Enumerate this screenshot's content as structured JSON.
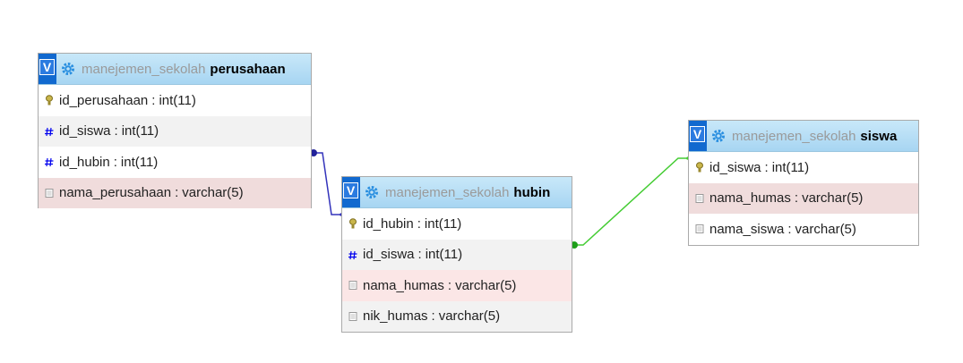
{
  "tables": [
    {
      "db": "manejemen_sekolah",
      "name": "perusahaan",
      "toggle_label": "V",
      "columns": [
        {
          "name": "id_perusahaan",
          "type": "int(11)",
          "icon": "key-icon"
        },
        {
          "name": "id_siswa",
          "type": "int(11)",
          "icon": "hash-icon"
        },
        {
          "name": "id_hubin",
          "type": "int(11)",
          "icon": "hash-icon"
        },
        {
          "name": "nama_perusahaan",
          "type": "varchar(5)",
          "icon": "text-column-icon"
        }
      ]
    },
    {
      "db": "manejemen_sekolah",
      "name": "hubin",
      "toggle_label": "V",
      "columns": [
        {
          "name": "id_hubin",
          "type": "int(11)",
          "icon": "key-icon"
        },
        {
          "name": "id_siswa",
          "type": "int(11)",
          "icon": "hash-icon"
        },
        {
          "name": "nama_humas",
          "type": "varchar(5)",
          "icon": "text-column-icon"
        },
        {
          "name": "nik_humas",
          "type": "varchar(5)",
          "icon": "text-column-icon"
        }
      ]
    },
    {
      "db": "manejemen_sekolah",
      "name": "siswa",
      "toggle_label": "V",
      "columns": [
        {
          "name": "id_siswa",
          "type": "int(11)",
          "icon": "key-icon"
        },
        {
          "name": "nama_humas",
          "type": "varchar(5)",
          "icon": "text-column-icon"
        },
        {
          "name": "nama_siswa",
          "type": "varchar(5)",
          "icon": "text-column-icon"
        }
      ]
    }
  ],
  "relations": [
    {
      "from": "perusahaan.id_hubin",
      "to": "hubin.id_hubin",
      "color": "#3333bb"
    },
    {
      "from": "hubin.id_siswa",
      "to": "siswa.id_siswa",
      "color": "#44cc33"
    }
  ],
  "colors": {
    "header": "#a7d5f2",
    "toggle": "#1169cf",
    "key": "#9b8a2f",
    "hash": "#0000ee"
  }
}
